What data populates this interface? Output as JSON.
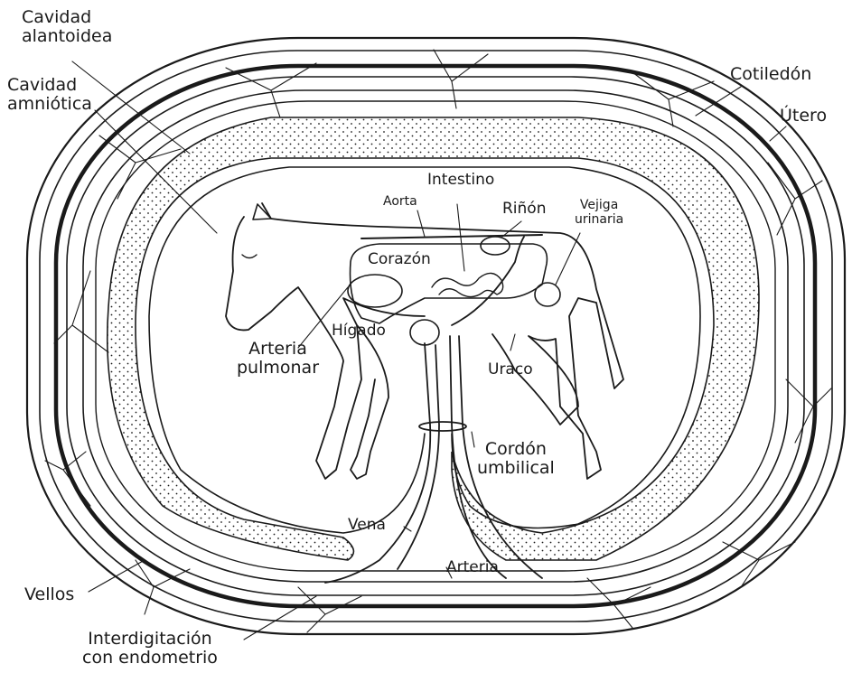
{
  "labels": {
    "cavidad_alantoidea": [
      "Cavidad",
      "alantoidea"
    ],
    "cavidad_amniotica": [
      "Cavidad",
      "amniótica"
    ],
    "cotiledon": "Cotiledón",
    "utero": "Útero",
    "intestino": "Intestino",
    "aorta": "Aorta",
    "rinon": "Riñón",
    "vejiga_urinaria": [
      "Vejiga",
      "urinaria"
    ],
    "corazon": "Corazón",
    "higado": "Hígado",
    "arteria_pulmonar": [
      "Arteria",
      "pulmonar"
    ],
    "uraco": "Uraco",
    "cordon_umbilical": [
      "Cordón",
      "umbilical"
    ],
    "vena": "Vena",
    "arteria": "Arteria",
    "vellos": "Vellos",
    "interdigitacion": [
      "Interdigitación",
      "con endometrio"
    ]
  },
  "colors": {
    "line": "#1a1a1a",
    "background": "#ffffff"
  }
}
